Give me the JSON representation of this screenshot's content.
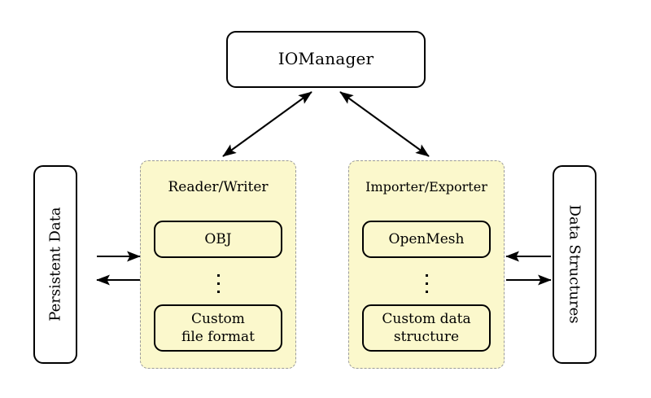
{
  "diagram": {
    "title_node": {
      "label": "IOManager"
    },
    "left_store": {
      "label": "Persistent Data"
    },
    "right_store": {
      "label": "Data Structures"
    },
    "groups": [
      {
        "name": "reader-writer",
        "title": "Reader/Writer",
        "items": [
          {
            "label": "OBJ"
          },
          {
            "label": "Custom\nfile format",
            "line1": "Custom",
            "line2": "file format"
          }
        ],
        "ellipsis": "⋮"
      },
      {
        "name": "importer-exporter",
        "title": "Importer/Exporter",
        "items": [
          {
            "label": "OpenMesh"
          },
          {
            "label": "Custom data\nstructure",
            "line1": "Custom data",
            "line2": "structure"
          }
        ],
        "ellipsis": "⋮"
      }
    ],
    "connections": [
      {
        "name": "manager-to-reader-writer",
        "from": "IOManager",
        "to": "Reader/Writer",
        "style": "double-headed-arrow"
      },
      {
        "name": "manager-to-importer-exporter",
        "from": "IOManager",
        "to": "Importer/Exporter",
        "style": "double-headed-arrow"
      },
      {
        "name": "persistent-data-to-reader-writer",
        "from": "Persistent Data",
        "to": "Reader/Writer",
        "style": "arrow-right"
      },
      {
        "name": "reader-writer-to-persistent-data",
        "from": "Reader/Writer",
        "to": "Persistent Data",
        "style": "arrow-left"
      },
      {
        "name": "data-structures-to-importer-exporter",
        "from": "Data Structures",
        "to": "Importer/Exporter",
        "style": "arrow-left"
      },
      {
        "name": "importer-exporter-to-data-structures",
        "from": "Importer/Exporter",
        "to": "Data Structures",
        "style": "arrow-right"
      }
    ],
    "colors": {
      "group_fill": "#fbf8cc",
      "group_border": "#9a9a9a",
      "node_border": "#000000",
      "node_fill": "#ffffff",
      "background": "#ffffff",
      "arrow": "#000000"
    }
  }
}
